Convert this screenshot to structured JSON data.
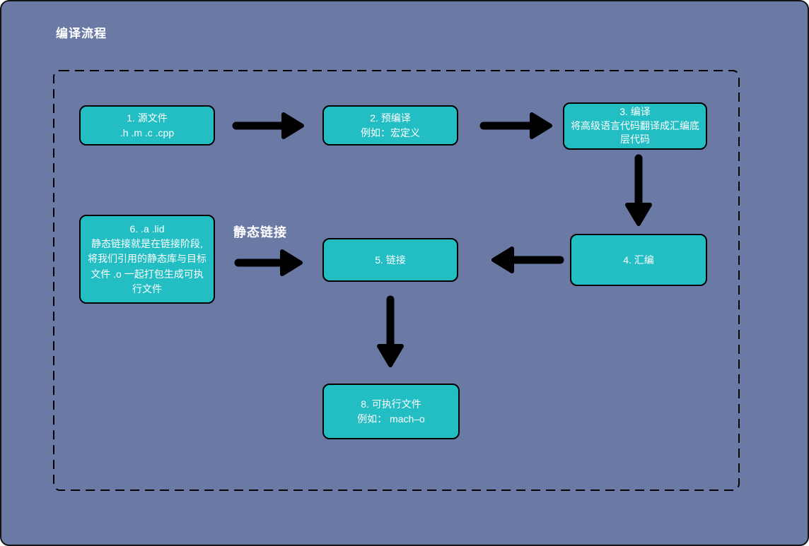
{
  "title": "编译流程",
  "colors": {
    "background": "#6B7AA4",
    "node_fill": "#22BEC4",
    "node_border": "#000000",
    "node_text": "#FFFFFF",
    "arrow": "#000000",
    "boundary": "#000000"
  },
  "edge_label": "静态链接",
  "nodes": {
    "source": {
      "title": "1. 源文件",
      "subtitle": ".h .m .c .cpp"
    },
    "precompile": {
      "title": "2. 预编译",
      "subtitle": "例如：宏定义"
    },
    "compile": {
      "title": "3. 编译",
      "subtitle": "将高级语言代码翻译成汇编底\n层代码"
    },
    "assemble": {
      "title": "4. 汇编"
    },
    "link": {
      "title": "5. 链接"
    },
    "static_lib": {
      "title": "6. .a .lid",
      "subtitle": "静态链接就是在链接阶段,\n将我们引用的静态库与目标\n文件 .o 一起打包生成可执\n行文件"
    },
    "executable": {
      "title": "8. 可执行文件",
      "subtitle": "例如： mach–o"
    }
  }
}
